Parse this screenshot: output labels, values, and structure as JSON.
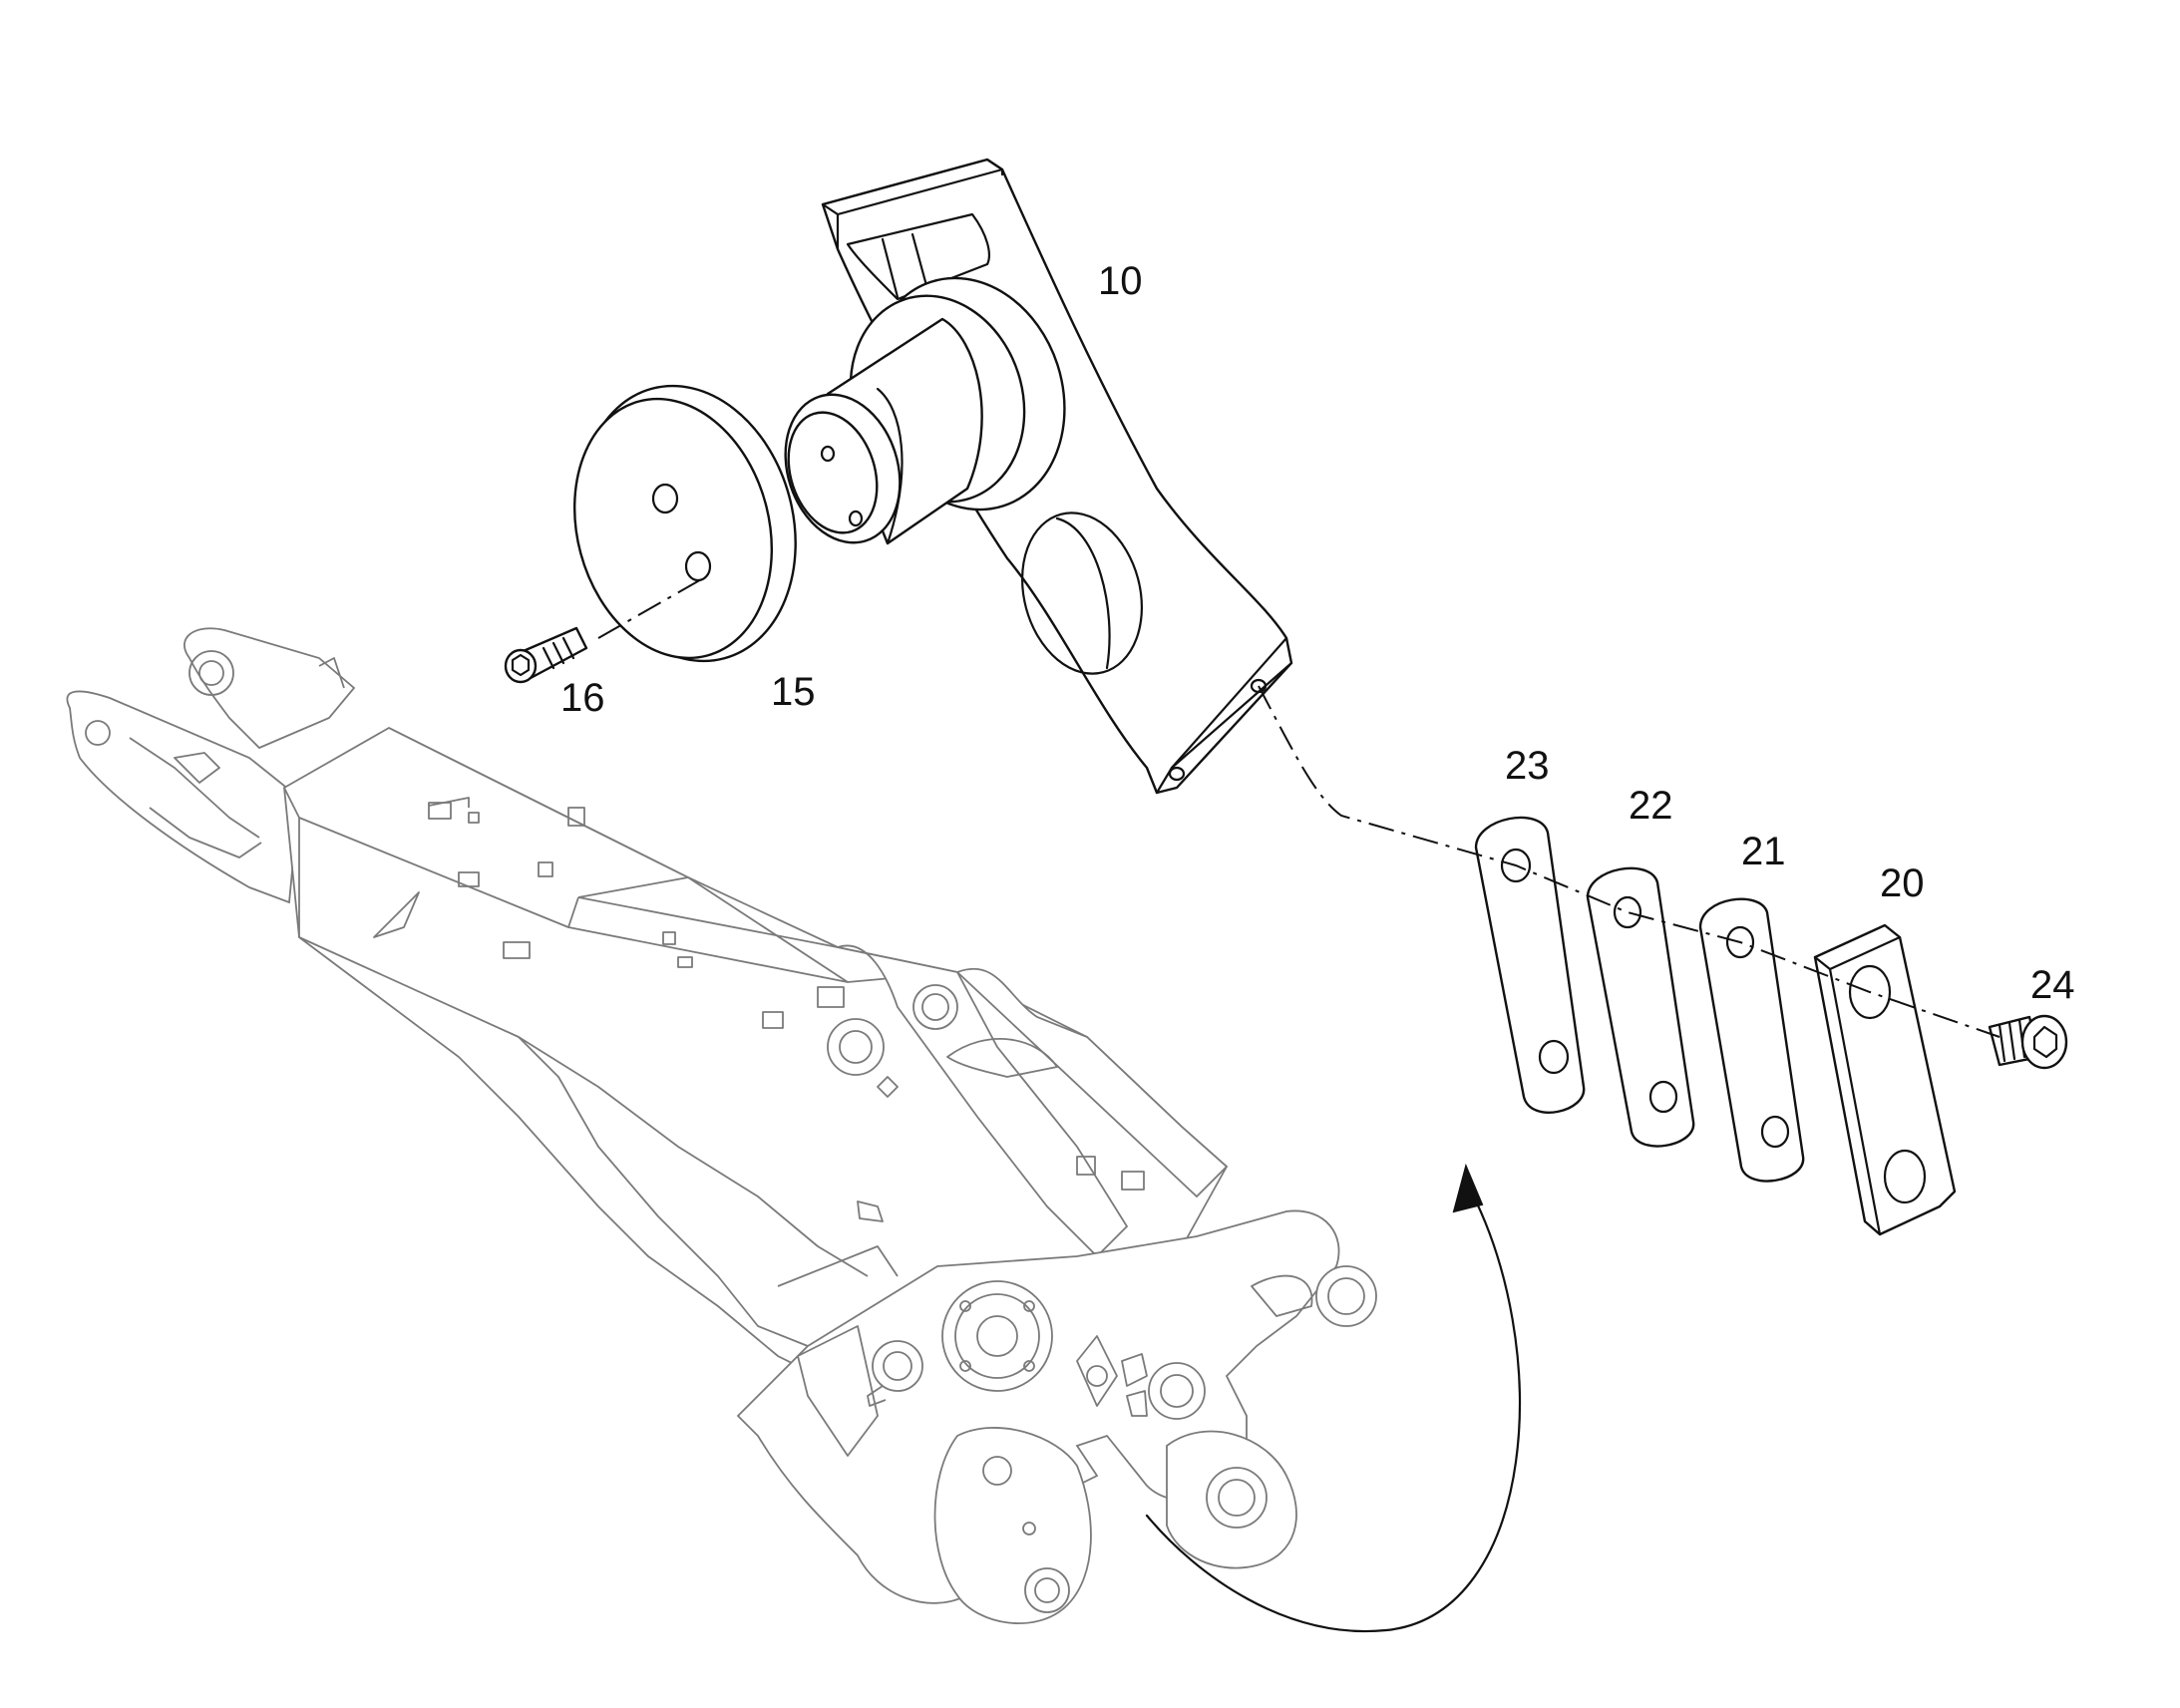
{
  "callouts": {
    "part_10": "10",
    "part_15": "15",
    "part_16": "16",
    "part_20": "20",
    "part_21": "21",
    "part_22": "22",
    "part_23": "23",
    "part_24": "24"
  },
  "colors": {
    "line": "#111111",
    "boom_line": "#7a7a7a",
    "background": "#ffffff"
  }
}
